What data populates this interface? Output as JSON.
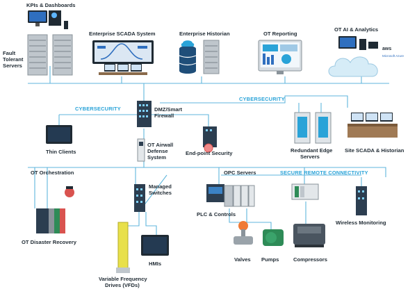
{
  "labels": {
    "kpis": "KPIs & Dashboards",
    "fault_line1": "Fault",
    "fault_line2": "Tolerant",
    "fault_line3": "Servers",
    "scada": "Enterprise SCADA System",
    "historian": "Enterprise Historian",
    "ot_reporting": "OT Reporting",
    "ot_ai": "OT AI & Analytics",
    "cyber_left": "CYBERSECURITY",
    "cyber_right": "CYBERSECURITY",
    "dmz_line1": "DMZ/Smart",
    "dmz_line2": "Firewall",
    "thin_clients": "Thin Clients",
    "airwall_line1": "OT Airwall",
    "airwall_line2": "Defense",
    "airwall_line3": "System",
    "endpoint": "End-point Security",
    "redundant_line1": "Redundant Edge",
    "redundant_line2": "Servers",
    "site_scada": "Site SCADA & Historian",
    "ot_orchestration": "OT Orchestration",
    "opc_servers": "OPC Servers",
    "secure_remote": "SECURE REMOTE CONNECTIVITY",
    "managed_line1": "Managed",
    "managed_line2": "Switches",
    "plc": "PLC & Controls",
    "wireless": "Wireless Monitoring",
    "disaster": "OT Disaster Recovery",
    "valves": "Valves",
    "pumps": "Pumps",
    "compressors": "Compressors",
    "hmis": "HMIs",
    "vfd_line1": "Variable Frequency",
    "vfd_line2": "Drives (VFDs)",
    "aws": "aws",
    "azure": "Microsoft Azure"
  },
  "colors": {
    "line": "#5fb6dc",
    "cyber": "#2aa3d8",
    "dark": "#1f2a33",
    "device": "#2c3e50",
    "screen": "#1f3b57",
    "red": "#d9534f",
    "green": "#2e8b57"
  }
}
